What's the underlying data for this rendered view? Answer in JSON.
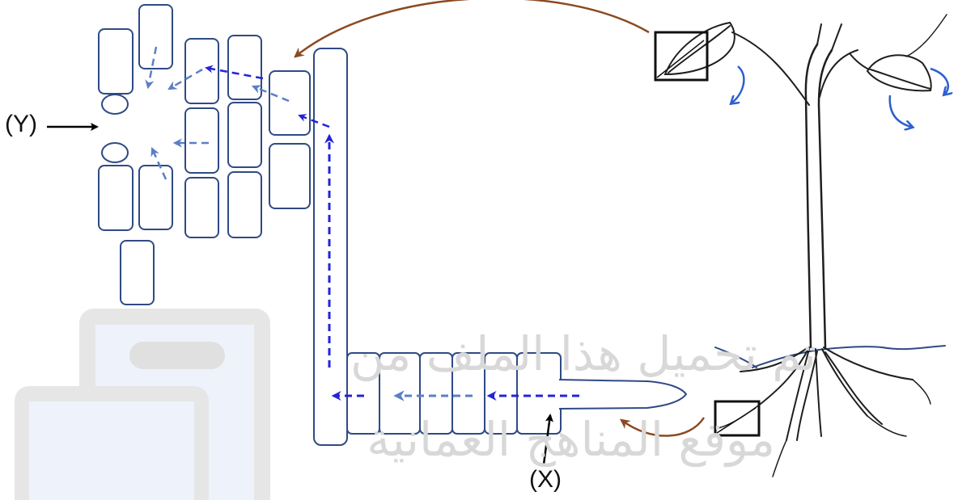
{
  "labels": {
    "y": "(Y)",
    "x": "(X)"
  },
  "watermark": {
    "line1": "تم تحميل هذا الملف من",
    "line2": "موقع المناهج العمانية"
  },
  "colors": {
    "cell_outline": "#2f4a85",
    "water_arrow_dark": "#2424d6",
    "water_arrow_light": "#5b7fc8",
    "transpiration_arrow": "#2d5fd0",
    "curved_arrow": "#8a4a22",
    "plant_ink": "#1f1f1f",
    "label_arrow": "#000000",
    "watermark_logo": "#e6e6e6",
    "watermark_logo_inner": "#eef3fb"
  },
  "icons": {
    "plant": "plant-sketch-icon",
    "leaf_magnifier": "square-icon",
    "root_magnifier": "square-icon"
  }
}
